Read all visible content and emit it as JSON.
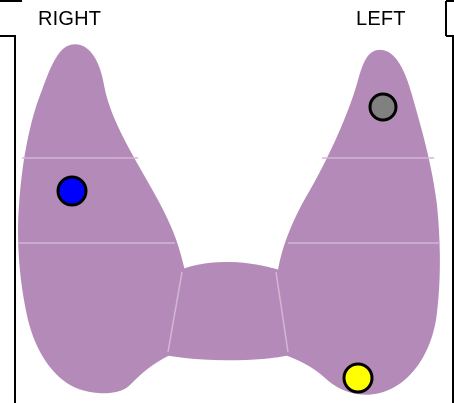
{
  "labels": {
    "patient_right": "RIGHT",
    "patient_left": "LEFT"
  },
  "colors": {
    "gland_fill": "#b48bb8",
    "seam": "#d2b6d4",
    "border": "#000000",
    "marker_grey": "#808080",
    "marker_blue": "#0000ff",
    "marker_yellow": "#ffff00"
  },
  "markers": [
    {
      "name": "grey-nodule-marker",
      "color": "#808080",
      "lobe": "left",
      "region": "upper"
    },
    {
      "name": "blue-nodule-marker",
      "color": "#0000ff",
      "lobe": "right",
      "region": "mid"
    },
    {
      "name": "yellow-nodule-marker",
      "color": "#ffff00",
      "lobe": "left",
      "region": "lower"
    }
  ]
}
